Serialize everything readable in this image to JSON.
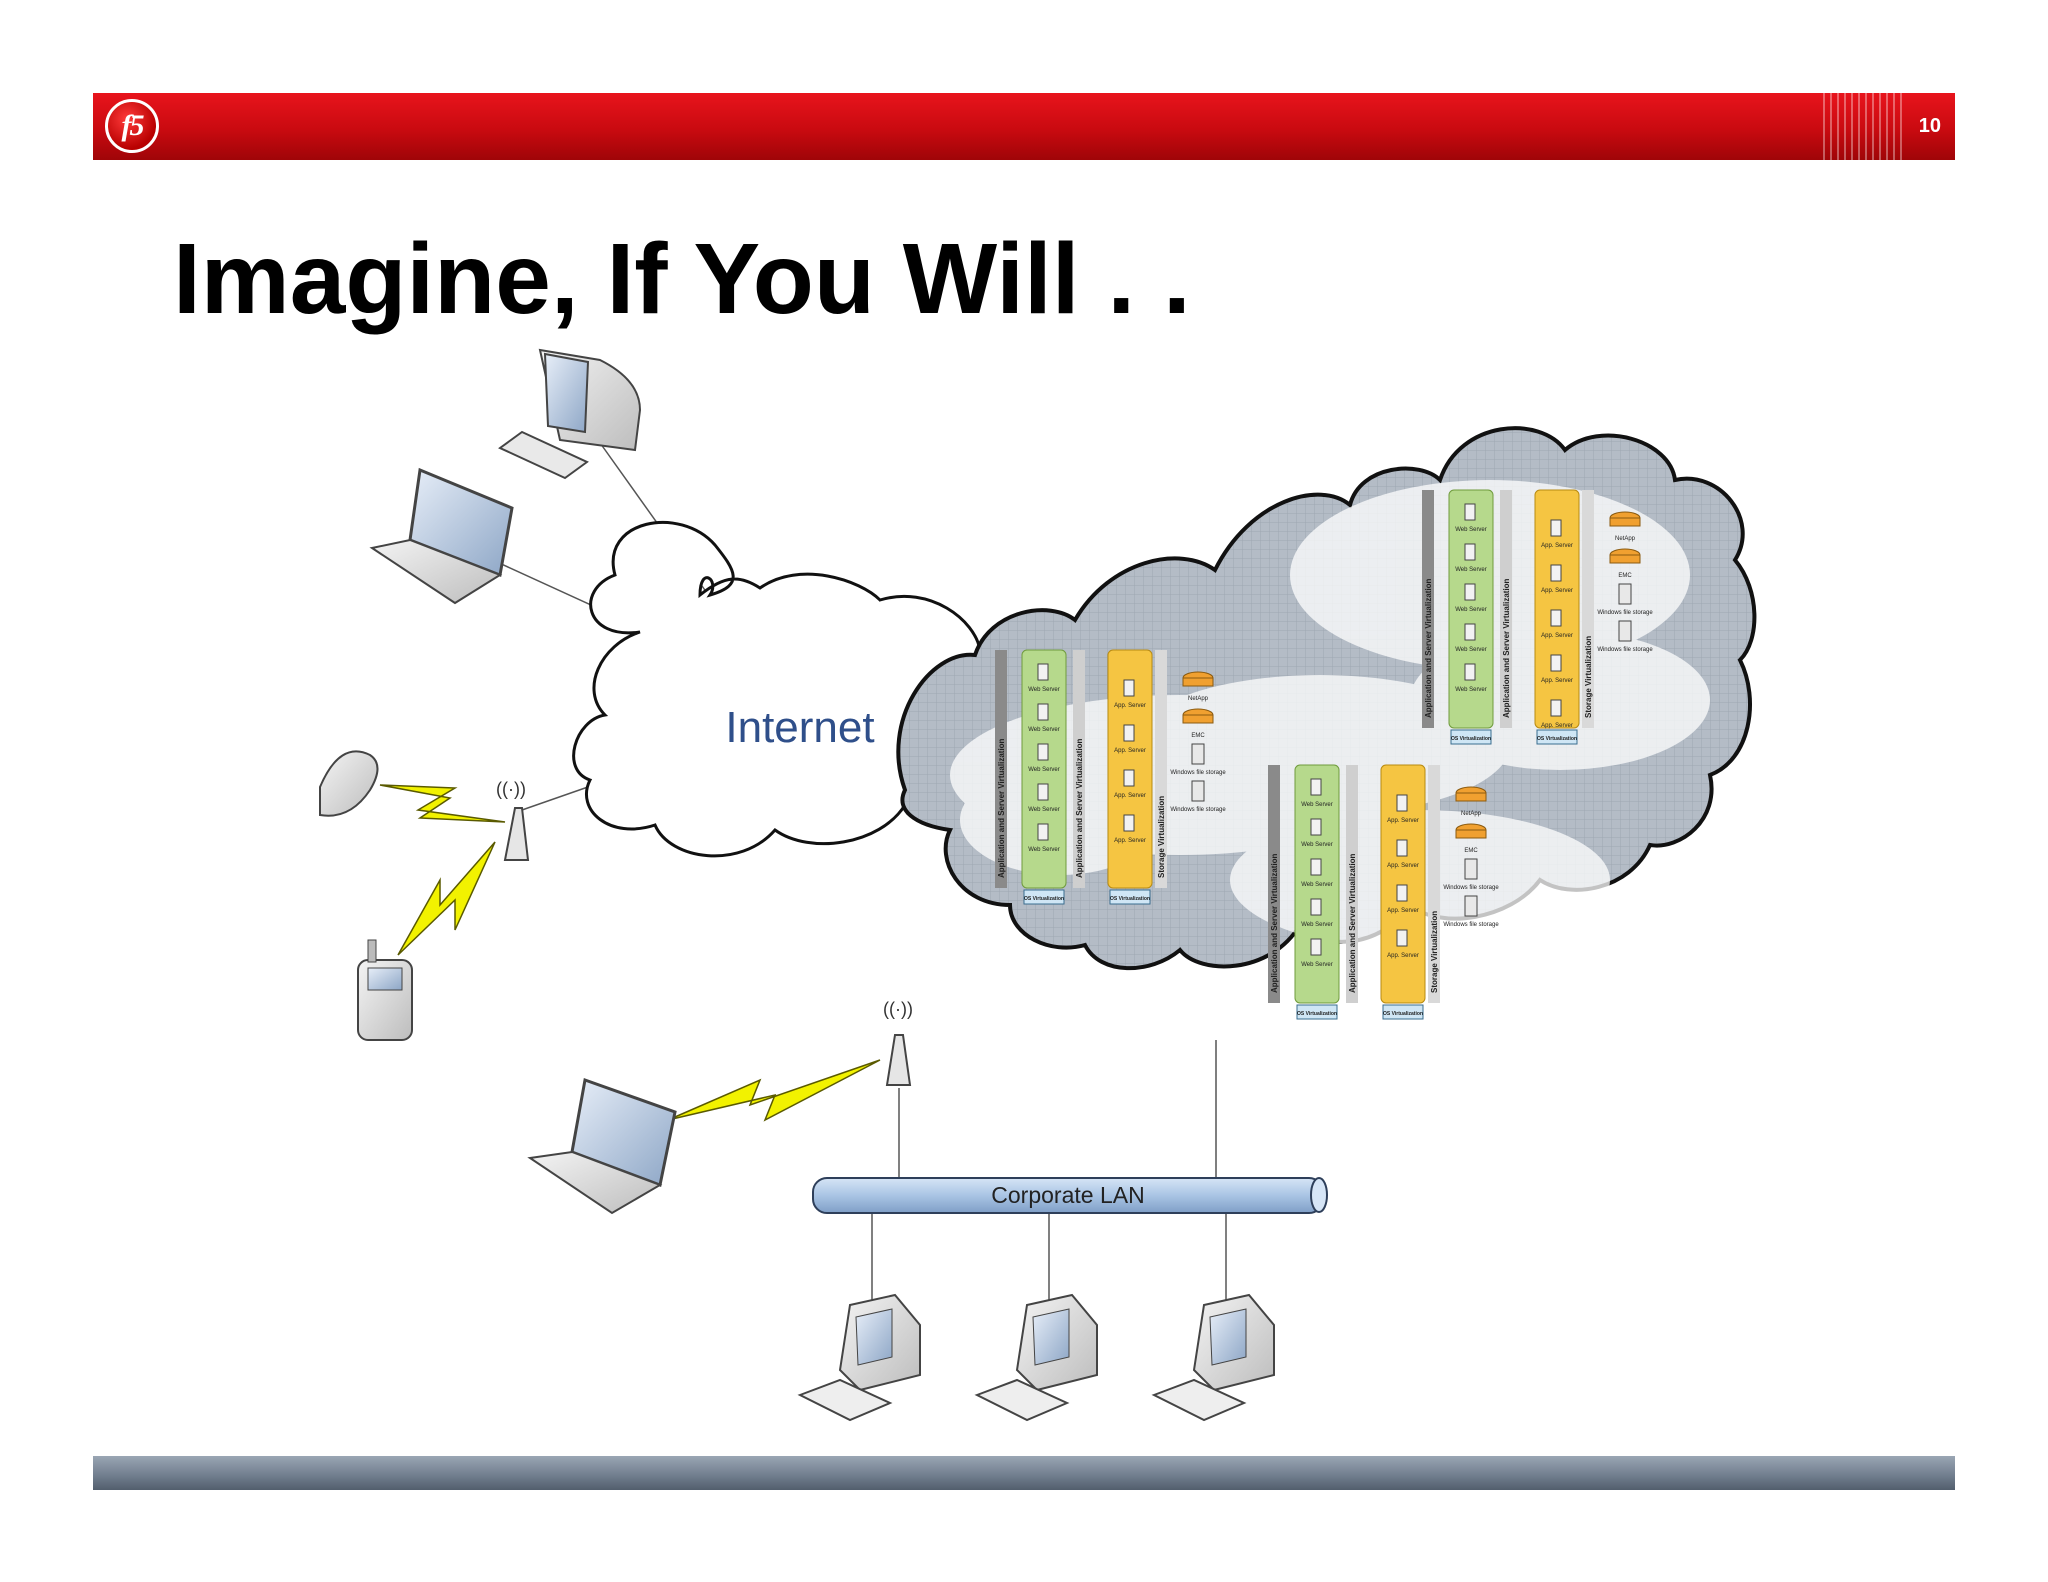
{
  "slide": {
    "title": "Imagine, If You Will . .",
    "page_number": "10",
    "logo_text": "f5"
  },
  "diagram": {
    "internet_label": "Internet",
    "corporate_lan_label": "Corporate LAN",
    "datacenter_blocks": [
      {
        "id": "left",
        "virtualization_labels": [
          "Application and Server Virtualization",
          "Application and Server Virtualization",
          "Storage Virtualization"
        ],
        "web_servers": [
          "Web Server",
          "Web Server",
          "Web Server",
          "Web Server",
          "Web Server"
        ],
        "app_servers": [
          "App. Server",
          "App. Server",
          "App. Server",
          "App. Server"
        ],
        "storage": [
          "NetApp",
          "EMC",
          "Windows file storage",
          "Windows file storage"
        ],
        "os_labels": [
          "OS Virtualization",
          "OS Virtualization"
        ]
      },
      {
        "id": "top",
        "virtualization_labels": [
          "Application and Server Virtualization",
          "Application and Server Virtualization",
          "Storage Virtualization"
        ],
        "web_servers": [
          "Web Server",
          "Web Server",
          "Web Server",
          "Web Server",
          "Web Server"
        ],
        "app_servers": [
          "App. Server",
          "App. Server",
          "App. Server",
          "App. Server",
          "App. Server"
        ],
        "storage": [
          "NetApp",
          "EMC",
          "Windows file storage",
          "Windows file storage"
        ],
        "os_labels": [
          "OS Virtualization",
          "OS Virtualization"
        ]
      },
      {
        "id": "bottom",
        "virtualization_labels": [
          "Application and Server Virtualization",
          "Application and Server Virtualization",
          "Storage Virtualization"
        ],
        "web_servers": [
          "Web Server",
          "Web Server",
          "Web Server",
          "Web Server",
          "Web Server"
        ],
        "app_servers": [
          "App. Server",
          "App. Server",
          "App. Server",
          "App. Server"
        ],
        "storage": [
          "NetApp",
          "EMC",
          "Windows file storage",
          "Windows file storage"
        ],
        "os_labels": [
          "OS Virtualization",
          "OS Virtualization"
        ]
      }
    ]
  },
  "colors": {
    "header_red": "#c90a10",
    "footer_gray": "#6f7c8c",
    "web_server_green": "#b6d98c",
    "app_server_yellow": "#f5c542",
    "lightning_yellow": "#f2f200",
    "internet_text_blue": "#2f4f8a",
    "lan_pipe_blue": "#a9c4e4"
  }
}
